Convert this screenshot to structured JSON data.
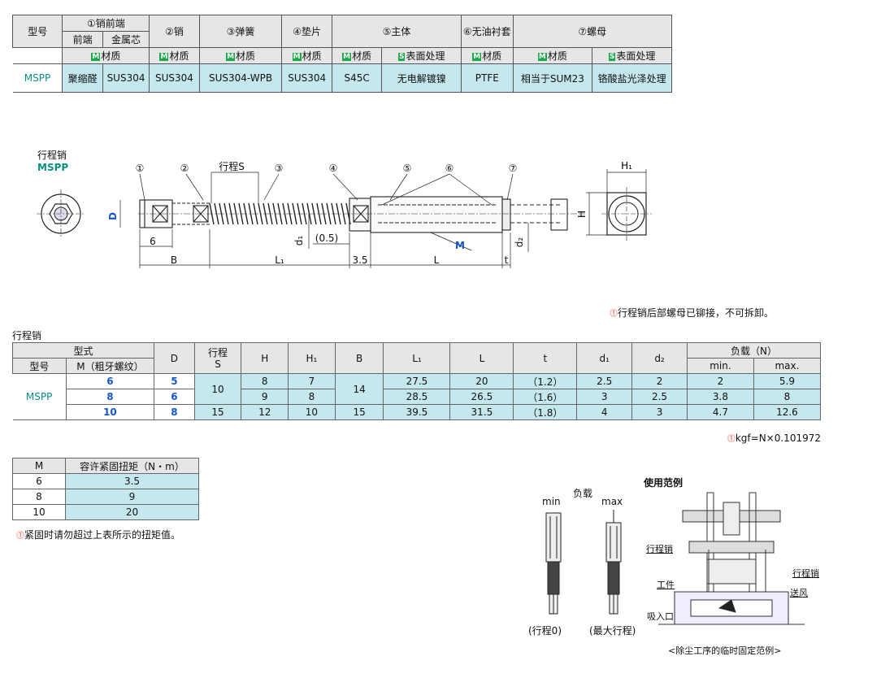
{
  "spec_table": {
    "header_row1": [
      "型号",
      "①销前端",
      "②销",
      "③弹簧",
      "④垫片",
      "⑤主体",
      "⑥无油衬套",
      "⑦螺母"
    ],
    "header_row2": [
      "前端",
      "金属芯"
    ],
    "material_label": "材质",
    "surface_label": "表面处理",
    "m_badge": "M",
    "s_badge": "S",
    "row": {
      "model": "MSPP",
      "pin_tip_front": "聚缩醛",
      "pin_tip_core": "SUS304",
      "pin": "SUS304",
      "spring": "SUS304-WPB",
      "washer": "SUS304",
      "body_material": "S45C",
      "body_surface": "无电解镀镍",
      "bushing": "PTFE",
      "nut_material": "相当于SUM23",
      "nut_surface": "铬酸盐光泽处理"
    }
  },
  "drawing": {
    "title": "行程销",
    "model": "MSPP",
    "callouts": [
      "①",
      "②",
      "③",
      "④",
      "⑤",
      "⑥",
      "⑦"
    ],
    "stroke_label": "行程S",
    "dims": {
      "six": "6",
      "B": "B",
      "L1": "L₁",
      "three_five": "3.5",
      "L": "L",
      "t": "t",
      "D": "D",
      "d1": "d₁",
      "d2": "d₂",
      "half": "(0.5)",
      "M": "M",
      "H": "H",
      "H1": "H₁"
    },
    "note": "行程销后部螺母已铆接，不可拆卸。"
  },
  "size_table": {
    "title": "行程销",
    "headers": {
      "form": "型式",
      "model": "型号",
      "M": "M（粗牙螺纹）",
      "D": "D",
      "stroke": "行程\nS",
      "H": "H",
      "H1": "H₁",
      "B": "B",
      "L1": "L₁",
      "L": "L",
      "t": "t",
      "d1": "d₁",
      "d2": "d₂",
      "load": "负载（N）",
      "min": "min.",
      "max": "max."
    },
    "model": "MSPP",
    "rows": [
      {
        "M": "6",
        "D": "5",
        "S": "10",
        "H": "8",
        "H1": "7",
        "B": "14",
        "L1": "27.5",
        "L": "20",
        "t": "（1.2）",
        "d1": "2.5",
        "d2": "2",
        "min": "2",
        "max": "5.9"
      },
      {
        "M": "8",
        "D": "6",
        "S": "",
        "H": "9",
        "H1": "8",
        "B": "",
        "L1": "28.5",
        "L": "26.5",
        "t": "（1.6）",
        "d1": "3",
        "d2": "2.5",
        "min": "3.8",
        "max": "8"
      },
      {
        "M": "10",
        "D": "8",
        "S": "15",
        "H": "12",
        "H1": "10",
        "B": "15",
        "L1": "39.5",
        "L": "31.5",
        "t": "（1.8）",
        "d1": "4",
        "d2": "3",
        "min": "4.7",
        "max": "12.6"
      }
    ],
    "note": "kgf=N×0.101972"
  },
  "torque_table": {
    "headers": [
      "M",
      "容许紧固扭矩（N・m）"
    ],
    "rows": [
      [
        "6",
        "3.5"
      ],
      [
        "8",
        "9"
      ],
      [
        "10",
        "20"
      ]
    ],
    "note": "紧固时请勿超过上表所示的扭矩值。"
  },
  "load_figure": {
    "title": "负载",
    "min": "min",
    "max": "max",
    "caption_min": "(行程0)",
    "caption_max": "(最大行程)"
  },
  "usage_figure": {
    "title": "使用范例",
    "labels": [
      "行程销",
      "行程销",
      "工件",
      "送风",
      "吸入口"
    ],
    "caption": "<除尘工序的临时固定范例>"
  },
  "colors": {
    "header_gray": "#e6e6e6",
    "cyan": "#c4e8ee",
    "teal": "#0a8f80",
    "blue": "#1656c8",
    "warn": "#e0463a"
  }
}
